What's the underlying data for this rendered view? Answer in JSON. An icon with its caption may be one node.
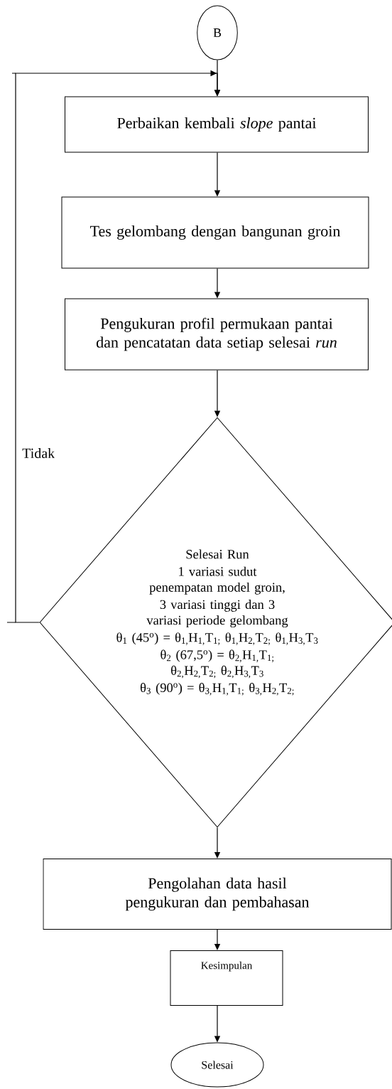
{
  "diagram": {
    "nodes": [
      {
        "text": [
          "B"
        ]
      },
      {
        "text": [
          "Perbaikan kembali *slope* pantai"
        ]
      },
      {
        "text": [
          "Tes gelombang dengan bangunan groin"
        ]
      },
      {
        "text": [
          "Pengukuran profil permukaan pantai dan pencatatan data setiap selesai *run*"
        ]
      },
      {
        "text": [
          "Selesai Run",
          "1 variasi sudut penempatan model groin,",
          "3 variasi tinggi dan 3 variasi periode gelombang",
          "θ$_{1}$ (45$^{o}$) = θ$_{1,}$H$_{1,}$T$_{1;}$ θ$_{1,}$H$_{2,}$T$_{2;}$ θ$_{1,}$H$_{3,}$T$_{3}$",
          "θ$_{2}$ (67,5$^{o}$) = θ$_{2,}$H$_{1,}$T$_{1;}$ θ$_{2,}$H$_{2,}$T$_{2;}$ θ$_{2,}$H$_{3,}$T$_{3}$",
          "θ$_{3}$ (90$^{o}$) = θ$_{3,}$H$_{1,}$T$_{1;}$ θ$_{3,}$H$_{2,}$T$_{2;}$"
        ]
      },
      {
        "text": [
          "Pengolahan data hasil pengukuran dan pembahasan"
        ]
      },
      {
        "text": [
          "Kesimpulan"
        ]
      },
      {
        "text": [
          "Selesai"
        ]
      }
    ],
    "edges": [
      {
        "from": 0,
        "to": 1,
        "arrow": "to"
      },
      {
        "from": 1,
        "to": 2,
        "arrow": "to"
      },
      {
        "from": 2,
        "to": 3,
        "arrow": "to"
      },
      {
        "from": 3,
        "to": 4,
        "arrow": "to"
      },
      {
        "from": 4,
        "to": 1,
        "arrow": "to",
        "label": "Tidak"
      },
      {
        "from": 4,
        "to": 5,
        "arrow": "to"
      },
      {
        "from": 5,
        "to": 6,
        "arrow": "to"
      },
      {
        "from": 6,
        "to": 7,
        "arrow": "to"
      }
    ]
  }
}
